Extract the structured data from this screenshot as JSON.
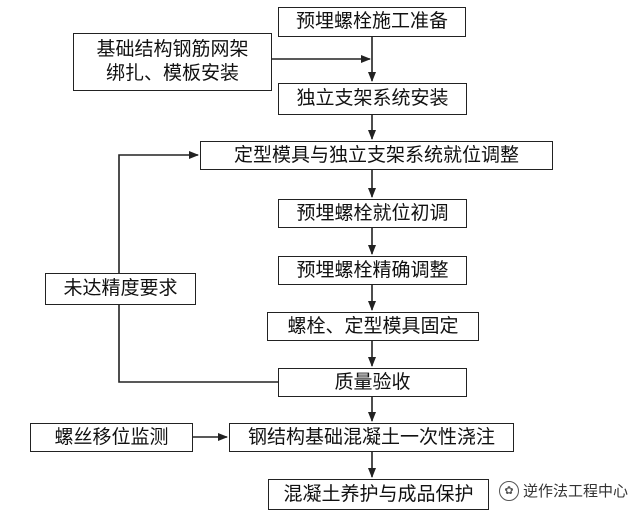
{
  "steps": {
    "prep": "预埋螺栓施工准备",
    "side_input_line1": "基础结构钢筋网架",
    "side_input_line2": "绑扎、模板安装",
    "frame_install": "独立支架系统安装",
    "adjust_system": "定型模具与独立支架系统就位调整",
    "bolt_initial": "预埋螺栓就位初调",
    "bolt_precise": "预埋螺栓精确调整",
    "bolt_fix": "螺栓、定型模具固定",
    "quality_check": "质量验收",
    "feedback": "未达精度要求",
    "monitor": "螺丝移位监测",
    "pour": "钢结构基础混凝土一次性浇注",
    "cure": "混凝土养护与成品保护"
  },
  "watermark": {
    "text": "逆作法工程中心",
    "icon": "wechat-logo-icon"
  },
  "colors": {
    "line": "#222222",
    "text": "#111111",
    "background": "#ffffff"
  }
}
